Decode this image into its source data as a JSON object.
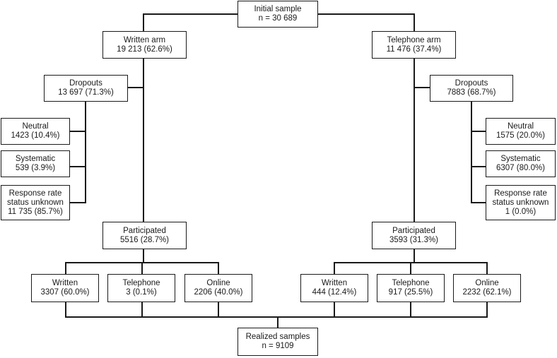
{
  "colors": {
    "line": "#1a1a1a",
    "box_border": "#1a1a1a",
    "background": "#ffffff",
    "text": "#1a1a1a"
  },
  "nodes": {
    "initial": {
      "lines": [
        "Initial sample",
        "n = 30 689"
      ]
    },
    "written_arm": {
      "lines": [
        "Written arm",
        "19 213 (62.6%)"
      ]
    },
    "telephone_arm": {
      "lines": [
        "Telephone arm",
        "11 476 (37.4%)"
      ]
    },
    "left_dropouts": {
      "lines": [
        "Dropouts",
        "13 697 (71.3%)"
      ]
    },
    "right_dropouts": {
      "lines": [
        "Dropouts",
        "7883 (68.7%)"
      ]
    },
    "left_neutral": {
      "lines": [
        "Neutral",
        "1423 (10.4%)"
      ]
    },
    "left_systematic": {
      "lines": [
        "Systematic",
        "539 (3.9%)"
      ]
    },
    "left_unknown": {
      "lines": [
        "Response rate",
        "status unknown",
        "11 735 (85.7%)"
      ]
    },
    "right_neutral": {
      "lines": [
        "Neutral",
        "1575 (20.0%)"
      ]
    },
    "right_systematic": {
      "lines": [
        "Systematic",
        "6307 (80.0%)"
      ]
    },
    "right_unknown": {
      "lines": [
        "Response rate",
        "status unknown",
        "1 (0.0%)"
      ]
    },
    "left_participated": {
      "lines": [
        "Participated",
        "5516 (28.7%)"
      ]
    },
    "right_participated": {
      "lines": [
        "Participated",
        "3593 (31.3%)"
      ]
    },
    "left_written": {
      "lines": [
        "Written",
        "3307 (60.0%)"
      ]
    },
    "left_telephone": {
      "lines": [
        "Telephone",
        "3 (0.1%)"
      ]
    },
    "left_online": {
      "lines": [
        "Online",
        "2206 (40.0%)"
      ]
    },
    "right_written": {
      "lines": [
        "Written",
        "444 (12.4%)"
      ]
    },
    "right_telephone": {
      "lines": [
        "Telephone",
        "917 (25.5%)"
      ]
    },
    "right_online": {
      "lines": [
        "Online",
        "2232 (62.1%)"
      ]
    },
    "realized": {
      "lines": [
        "Realized samples",
        "n = 9109"
      ]
    }
  }
}
